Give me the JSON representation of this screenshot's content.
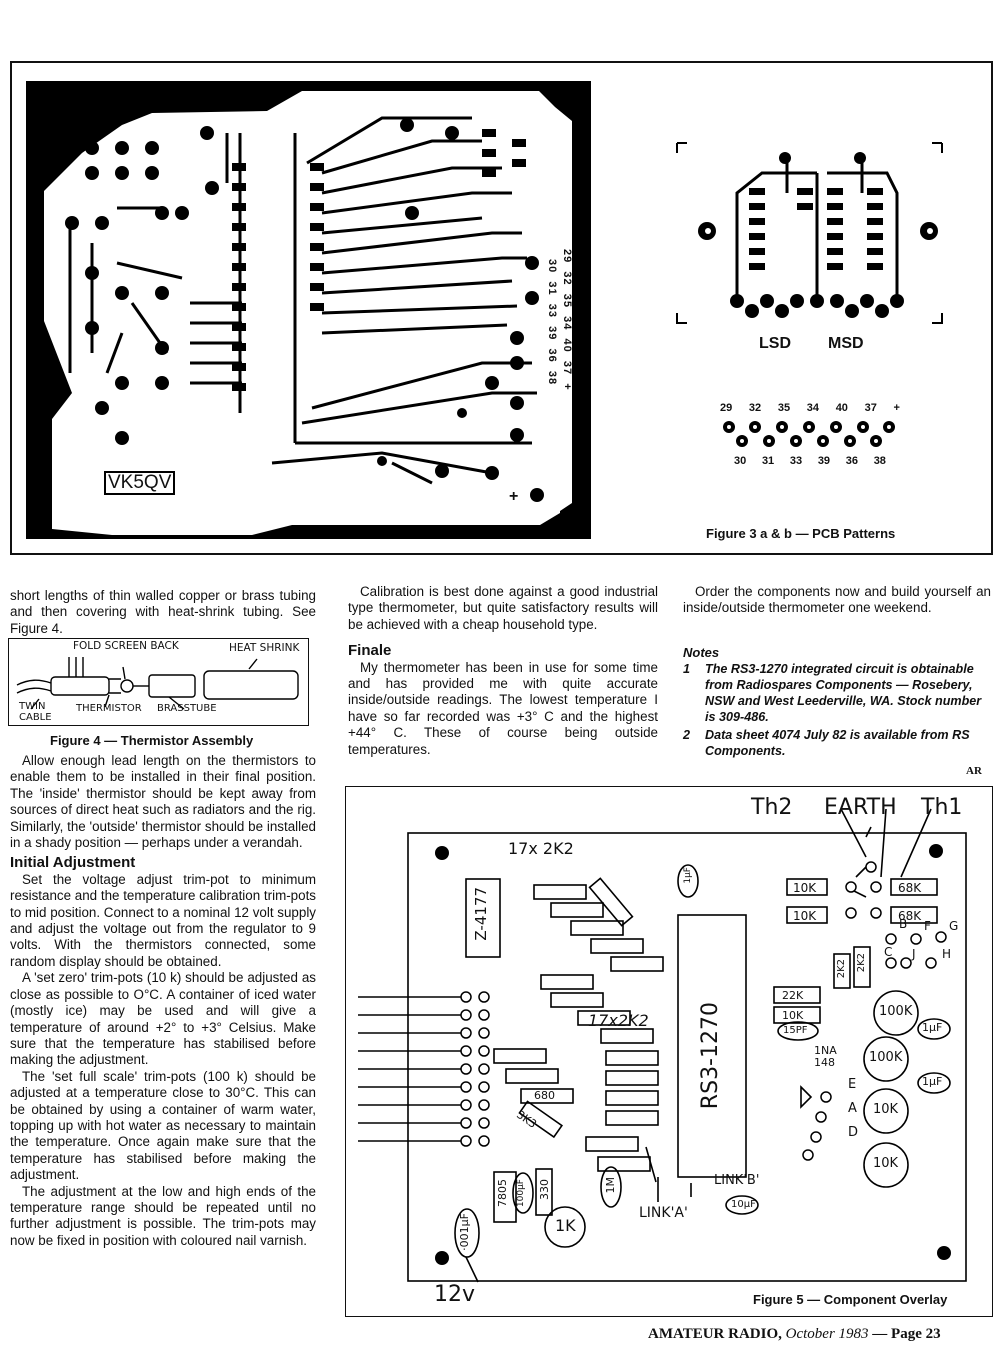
{
  "fig3": {
    "board_label": "VK5QV",
    "pin_row_a": [
      "29",
      "32",
      "35",
      "34",
      "40",
      "37",
      "+"
    ],
    "pin_row_b": [
      "30",
      "31",
      "33",
      "39",
      "36",
      "38"
    ],
    "plus_marker": "+",
    "lsd": "LSD",
    "msd": "MSD",
    "caption": "Figure 3 a & b — PCB Patterns"
  },
  "col1": {
    "intro": "short lengths of thin walled copper or brass tubing and then covering with heat-shrink tubing. See Figure 4.",
    "fig4": {
      "labels": {
        "fold": "FOLD SCREEN BACK",
        "heat": "HEAT SHRINK",
        "twin1": "TWIN",
        "twin2": "CABLE",
        "therm": "THERMISTOR",
        "brass": "BRASSTUBE"
      },
      "caption": "Figure 4 — Thermistor Assembly"
    },
    "p1": "Allow enough lead length on the thermistors to enable them to be installed in their final position. The 'inside' thermistor should be kept away from sources of direct heat such as radiators and the rig. Similarly, the 'outside' thermistor should be installed in a shady position — perhaps under a verandah.",
    "heading": "Initial Adjustment",
    "p2": "Set the voltage adjust trim-pot to minimum resistance and the temperature calibration trim-pots to mid position. Connect to a nominal 12 volt supply and adjust the voltage out from the regulator to 9 volts. With the thermistors connected, some random display should be obtained.",
    "p3": "A 'set zero' trim-pots (10 k) should be adjusted as close as possible to O°C. A container of iced water (mostly ice) may be used and will give a temperature of around +2° to +3° Celsius. Make sure that the temperature has stabilised before making the adjustment.",
    "p4": "The 'set full scale' trim-pots (100 k) should be adjusted at a temperature close to 30°C. This can be obtained by using a container of warm water, topping up with hot water as necessary to maintain the temperature. Once again make sure that the temperature has stabilised before making the adjustment.",
    "p5": "The adjustment at the low and high ends of the temperature range should be repeated until no further adjustment is possible. The trim-pots may now be fixed in position with coloured nail varnish."
  },
  "col2": {
    "p1": "Calibration is best done against a good industrial type thermometer, but quite satisfactory results will be achieved with a cheap household type.",
    "heading": "Finale",
    "p2": "My thermometer has been in use for some time and has provided me with quite accurate inside/outside readings. The lowest temperature I have so far recorded was +3° C and the highest +44° C. These of course being outside temperatures."
  },
  "col3": {
    "p1": "Order the components now and build yourself an inside/outside thermometer one weekend.",
    "notes_heading": "Notes",
    "note1_num": "1",
    "note1": "The RS3-1270 integrated circuit is obtainable from Radiospares Components — Rosebery, NSW and West Leederville, WA. Stock number is 309-486.",
    "note2_num": "2",
    "note2": "Data sheet 4074 July 82 is available from RS Components.",
    "ar": "AR"
  },
  "fig5": {
    "th2": "Th2",
    "earth": "EARTH",
    "th1": "Th1",
    "res17a": "17x 2K2",
    "res17b": "17x2K2",
    "ic1": "Z-4177",
    "ic2": "RS3-1270",
    "r10k_a": "10K",
    "r10k_b": "10K",
    "r68k_a": "68K",
    "r68k_b": "68K",
    "r2k2_a": "2K2",
    "r2k2_b": "2K2",
    "r22k": "22K",
    "r10k_c": "10K",
    "c15p": "15PF",
    "pot1": "100K",
    "pot2": "100K",
    "pot3": "10K",
    "pot4": "10K",
    "cap1uf_a": "1µF",
    "cap1uf_b": "1µF",
    "diode": "1NA 148",
    "pins": [
      "B",
      "F",
      "G",
      "C",
      "J",
      "H",
      "E",
      "A",
      "D"
    ],
    "r680": "680",
    "r3k3": "3K3",
    "reg": "7805",
    "c100": "100µF",
    "r330": "330",
    "r1m": "1M",
    "pot1k": "1K",
    "c001": "·001µF",
    "linka": "LINK'A'",
    "linkb": "LINK'B'",
    "c10": "10µF",
    "c1u": "1µF",
    "supply": "12v",
    "caption": "Figure 5 — Component Overlay"
  },
  "footer": {
    "mag": "AMATEUR RADIO,",
    "date": "October 1983",
    "page": "— Page 23"
  }
}
